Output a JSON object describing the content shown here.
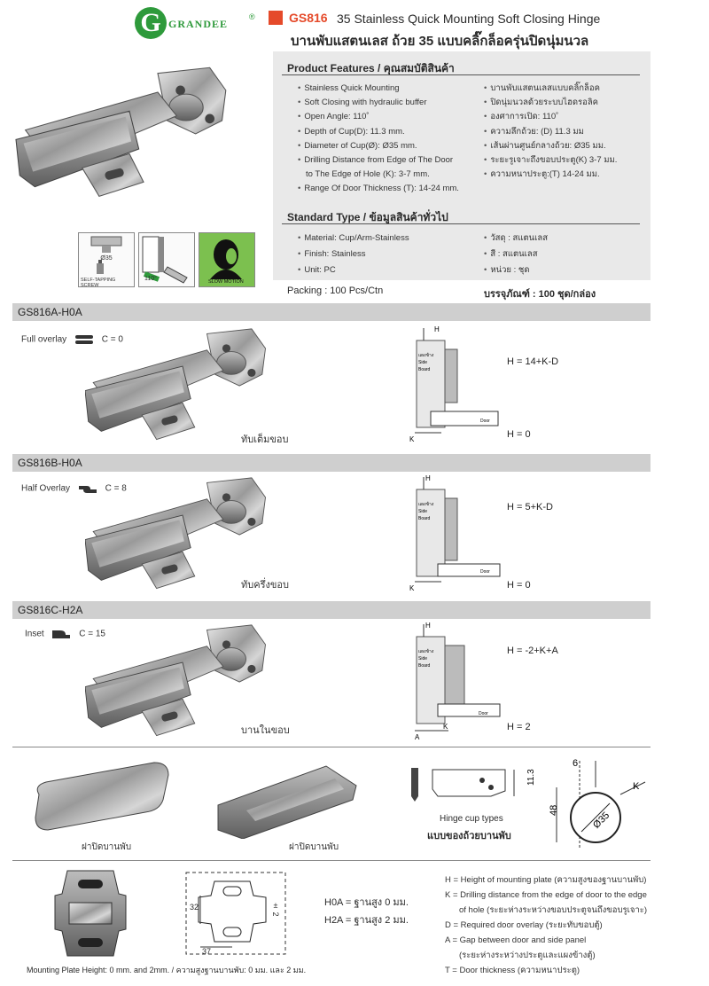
{
  "header": {
    "logo_letter": "G",
    "logo_word": "GRANDEE",
    "logo_reg": "®",
    "model": "GS816",
    "title_en": "35 Stainless Quick Mounting Soft Closing Hinge",
    "title_th": "บานพับแสตนเลส ถ้วย 35 แบบคลิ๊กล็อครุ่นปิดนุ่มนวล"
  },
  "features": {
    "title": "Product Features / คุณสมบัติสินค้า",
    "en": [
      "Stainless Quick Mounting",
      "Soft Closing with hydraulic buffer",
      "Open Angle:  110˚",
      "Depth of Cup(D):  11.3 mm.",
      "Diameter of Cup(Ø): Ø35 mm.",
      "Drilling Distance from Edge of The Door",
      "to The Edge of Hole (K): 3-7 mm.",
      "Range Of Door Thickness (T):  14-24 mm."
    ],
    "th": [
      "บานพับแสตนเลสแบบคลิ๊กล็อค",
      "ปิดนุ่มนวลด้วยระบบไฮดรอลิค",
      "องศาการเปิด:  110˚",
      "ความลึกถ้วย: (D) 11.3 มม",
      "เส้นผ่านศูนย์กลางถ้วย: Ø35 มม.",
      "ระยะรูเจาะถึงขอบประตู(K)  3-7 มม.",
      "ความหนาประตู:(T)   14-24 มม."
    ]
  },
  "standard": {
    "title": "Standard Type / ข้อมูลสินค้าทั่วไป",
    "en": [
      "Material: Cup/Arm-Stainless",
      "Finish:   Stainless",
      "Unit:  PC"
    ],
    "th": [
      "วัสดุ : สแตนเลส",
      "สี : สแตนเลส",
      "หน่วย : ชุด"
    ]
  },
  "packing": {
    "en": "Packing : 100 Pcs/Ctn",
    "th": "บรรจุภัณฑ์ : 100 ชุด/กล่อง"
  },
  "icons": {
    "cup_dim": "Ø35",
    "screw_label": "SELF-TAPPING SCREW",
    "angle": "110°",
    "soft_label": "SLOW MOTION"
  },
  "variants": [
    {
      "code": "GS816A-H0A",
      "overlay": "Full overlay",
      "c": "C = 0",
      "caption": "ทับเต็มขอบ",
      "formula1": "H = 14+K-D",
      "formula2": "H = 0"
    },
    {
      "code": "GS816B-H0A",
      "overlay": "Half Overlay",
      "c": "C = 8",
      "caption": "ทับครึ่งขอบ",
      "formula1": "H = 5+K-D",
      "formula2": "H = 0"
    },
    {
      "code": "GS816C-H2A",
      "overlay": "Inset",
      "c": "C = 15",
      "caption": "บานในขอบ",
      "formula1": "H = -2+K+A",
      "formula2": "H = 2"
    }
  ],
  "diagram_labels": {
    "h": "H",
    "k": "K",
    "a": "A",
    "side1": "แผงข้าง",
    "side2": "Side",
    "side3": "Board",
    "door": "Door"
  },
  "accessories": {
    "cover1": "ฝาปิดบานพับ",
    "cover2": "ฝาปิดบานพับ",
    "cup_en": "Hinge cup types",
    "cup_th": "แบบของถ้วยบานพับ",
    "dim_depth": "11.3",
    "dim_6": "6",
    "dim_k": "K",
    "dim_48": "48",
    "dim_35": "Ø35"
  },
  "plate": {
    "dim_32": "32",
    "dim_2": "± 2",
    "dim_37": "37",
    "h0a": "H0A = ฐานสูง 0 มม.",
    "h2a": "H2A = ฐานสูง 2 มม.",
    "caption": "Mounting Plate Height: 0 mm. and 2mm.  / ความสูงฐานบานพับ: 0 มม. และ 2 มม."
  },
  "legend": [
    "H = Height of mounting plate (ความสูงของฐานบานพับ)",
    "K = Drilling distance from the edge of door to the edge",
    "of hole (ระยะห่างระหว่างขอบประตูจนถึงขอบรูเจาะ)",
    "D = Required door overlay (ระยะทับขอบตู้)",
    "A = Gap between door and side panel",
    "(ระยะห่างระหว่างประตูและแผงข้างตู้)",
    "T = Door thickness (ความหนาประตู)"
  ],
  "colors": {
    "brand_green": "#2e9a3b",
    "accent_red": "#e54a2a",
    "band_gray": "#cfcfcf",
    "panel_gray": "#e9e9e9"
  }
}
